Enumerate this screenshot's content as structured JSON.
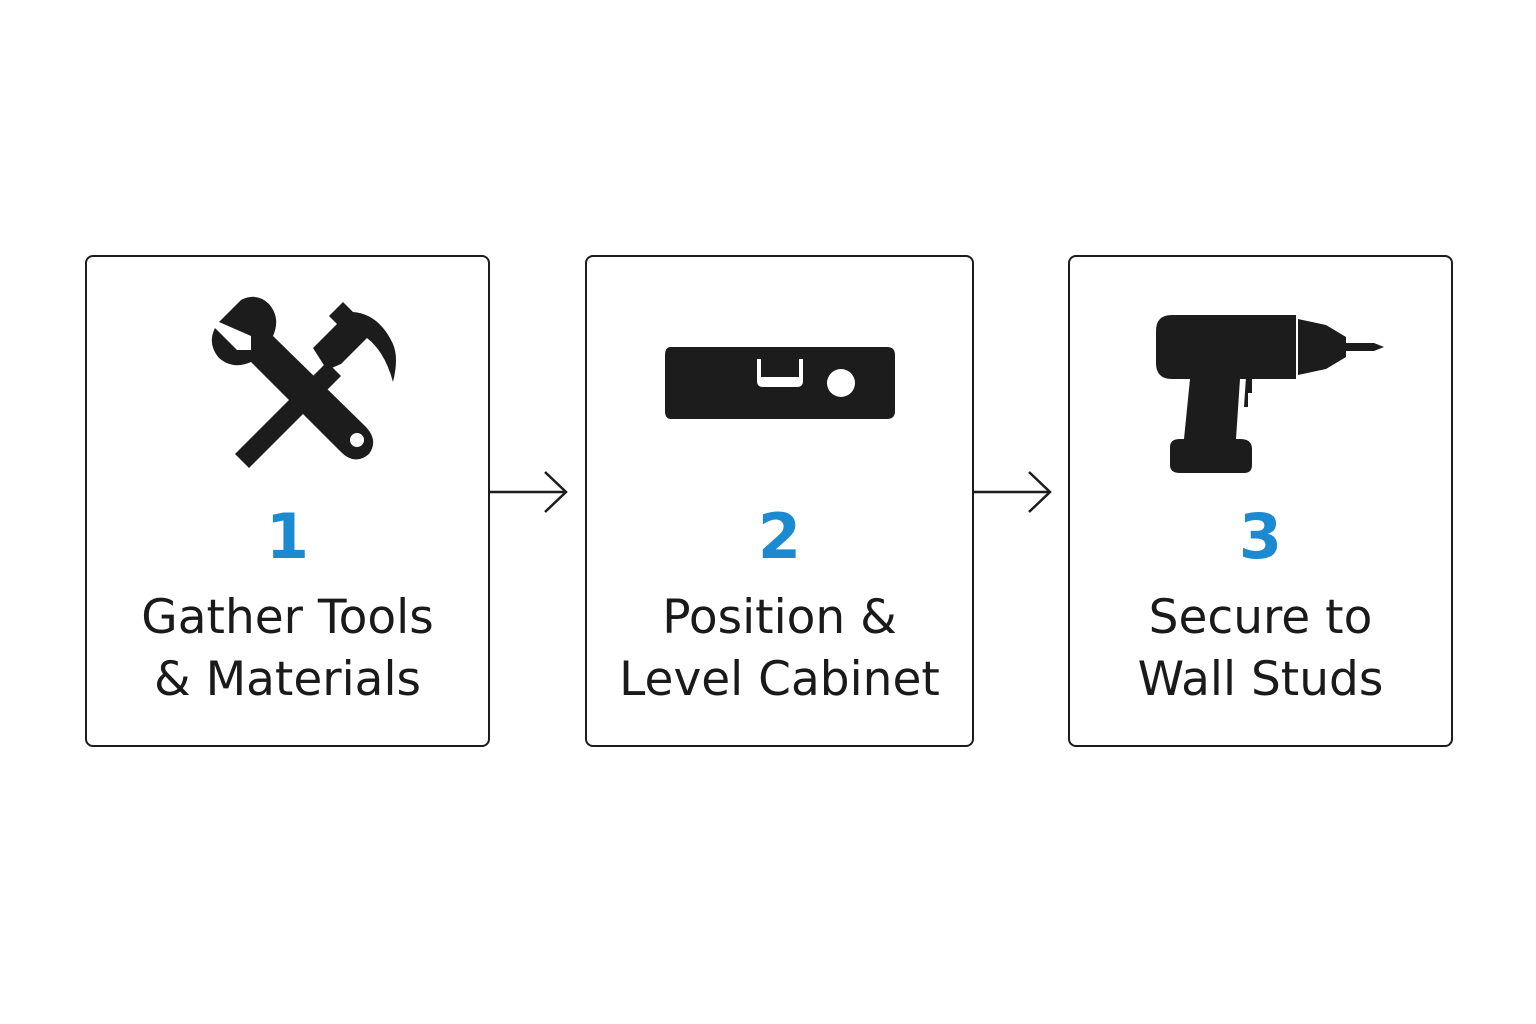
{
  "colors": {
    "accent": "#1c8ad1",
    "ink": "#1a1a1a",
    "border": "#1c1c1c",
    "background": "#ffffff"
  },
  "steps": [
    {
      "number": "1",
      "label_line1": "Gather Tools",
      "label_line2": "& Materials",
      "icon": "wrench-hammer-icon"
    },
    {
      "number": "2",
      "label_line1": "Position &",
      "label_line2": "Level Cabinet",
      "icon": "spirit-level-icon"
    },
    {
      "number": "3",
      "label_line1": "Secure to",
      "label_line2": "Wall Studs",
      "icon": "power-drill-icon"
    }
  ]
}
